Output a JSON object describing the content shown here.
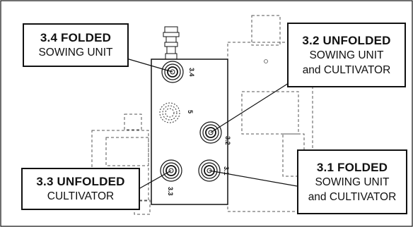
{
  "callouts": {
    "c34": {
      "title": "3.4 FOLDED",
      "lines": [
        "SOWING UNIT"
      ]
    },
    "c32": {
      "title": "3.2 UNFOLDED",
      "lines": [
        "SOWING UNIT",
        "and CULTIVATOR"
      ]
    },
    "c33": {
      "title": "3.3 UNFOLDED",
      "lines": [
        "CULTIVATOR"
      ]
    },
    "c31": {
      "title": "3.1 FOLDED",
      "lines": [
        "SOWING UNIT",
        "and CULTIVATOR"
      ]
    }
  },
  "ports": {
    "p34": "3.4",
    "p32": "3.2",
    "p33": "3.3",
    "p31": "3.1",
    "p5": "5"
  },
  "colors": {
    "line": "#111111",
    "dashed": "#555555",
    "background": "#ffffff"
  }
}
